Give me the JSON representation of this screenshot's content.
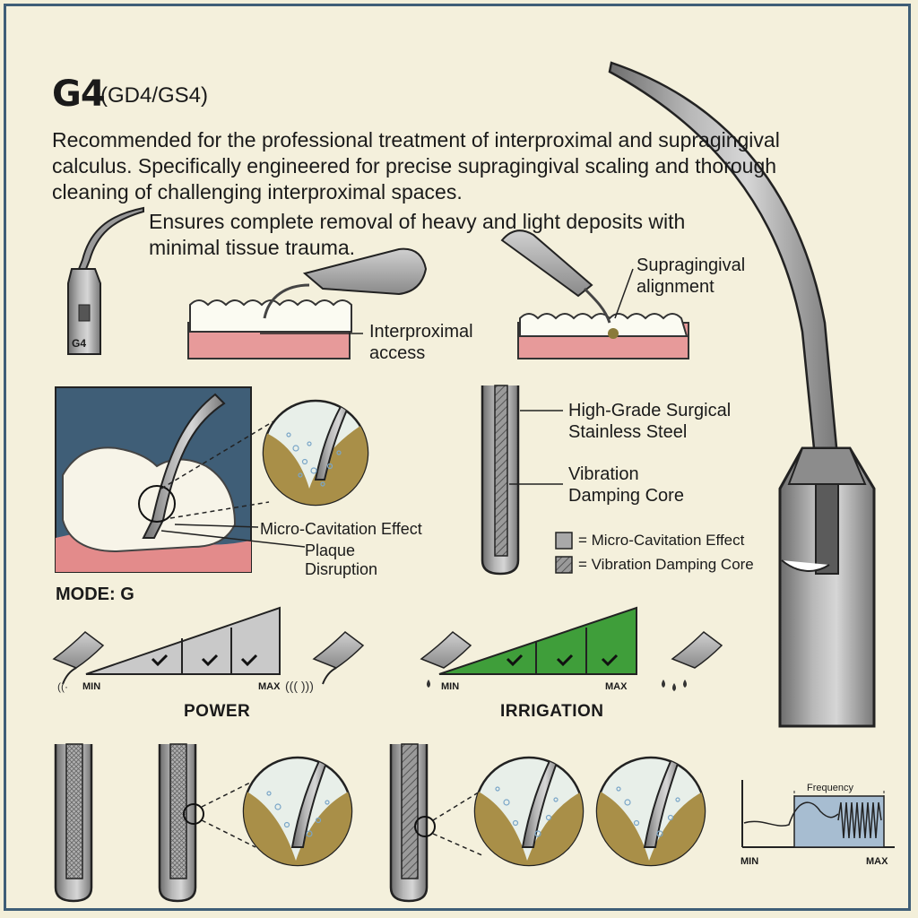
{
  "header": {
    "model": "G4",
    "variants": "(GD4/GS4)"
  },
  "description": {
    "main": "Recommended for the professional treatment of interproximal and supragingival calculus. Specifically engineered for precise supragingival scaling and thorough cleaning of challenging interproximal spaces.",
    "line2": "Ensures complete removal of heavy and light deposits with minimal tissue trauma."
  },
  "tip_label": "G4",
  "callouts": {
    "interproximal": [
      "Interproximal",
      "access"
    ],
    "supragingival": [
      "Supragingival",
      "alignment"
    ],
    "micro_cavitation": "Micro-Cavitation Effect",
    "plaque": [
      "Plaque",
      "Disruption"
    ],
    "steel": [
      "High-Grade Surgical",
      "Stainless Steel"
    ],
    "damping": [
      "Vibration",
      "Damping Core"
    ]
  },
  "legend": [
    {
      "label": "= Micro-Cavitation Effect",
      "color": "#a9a9a9"
    },
    {
      "label": "= Vibration Damping Core",
      "color": "#8a8a8a"
    }
  ],
  "mode": "MODE: G",
  "power": {
    "title": "POWER",
    "min": "MIN",
    "max": "MAX",
    "level": 3,
    "color": "#c9c9c9"
  },
  "irrigation": {
    "title": "IRRIGATION",
    "min": "MIN",
    "max": "MAX",
    "level": 3,
    "color": "#3f9e3a"
  },
  "frequency_graph": {
    "label": "Frequency",
    "min": "MIN",
    "max": "MAX"
  }
}
